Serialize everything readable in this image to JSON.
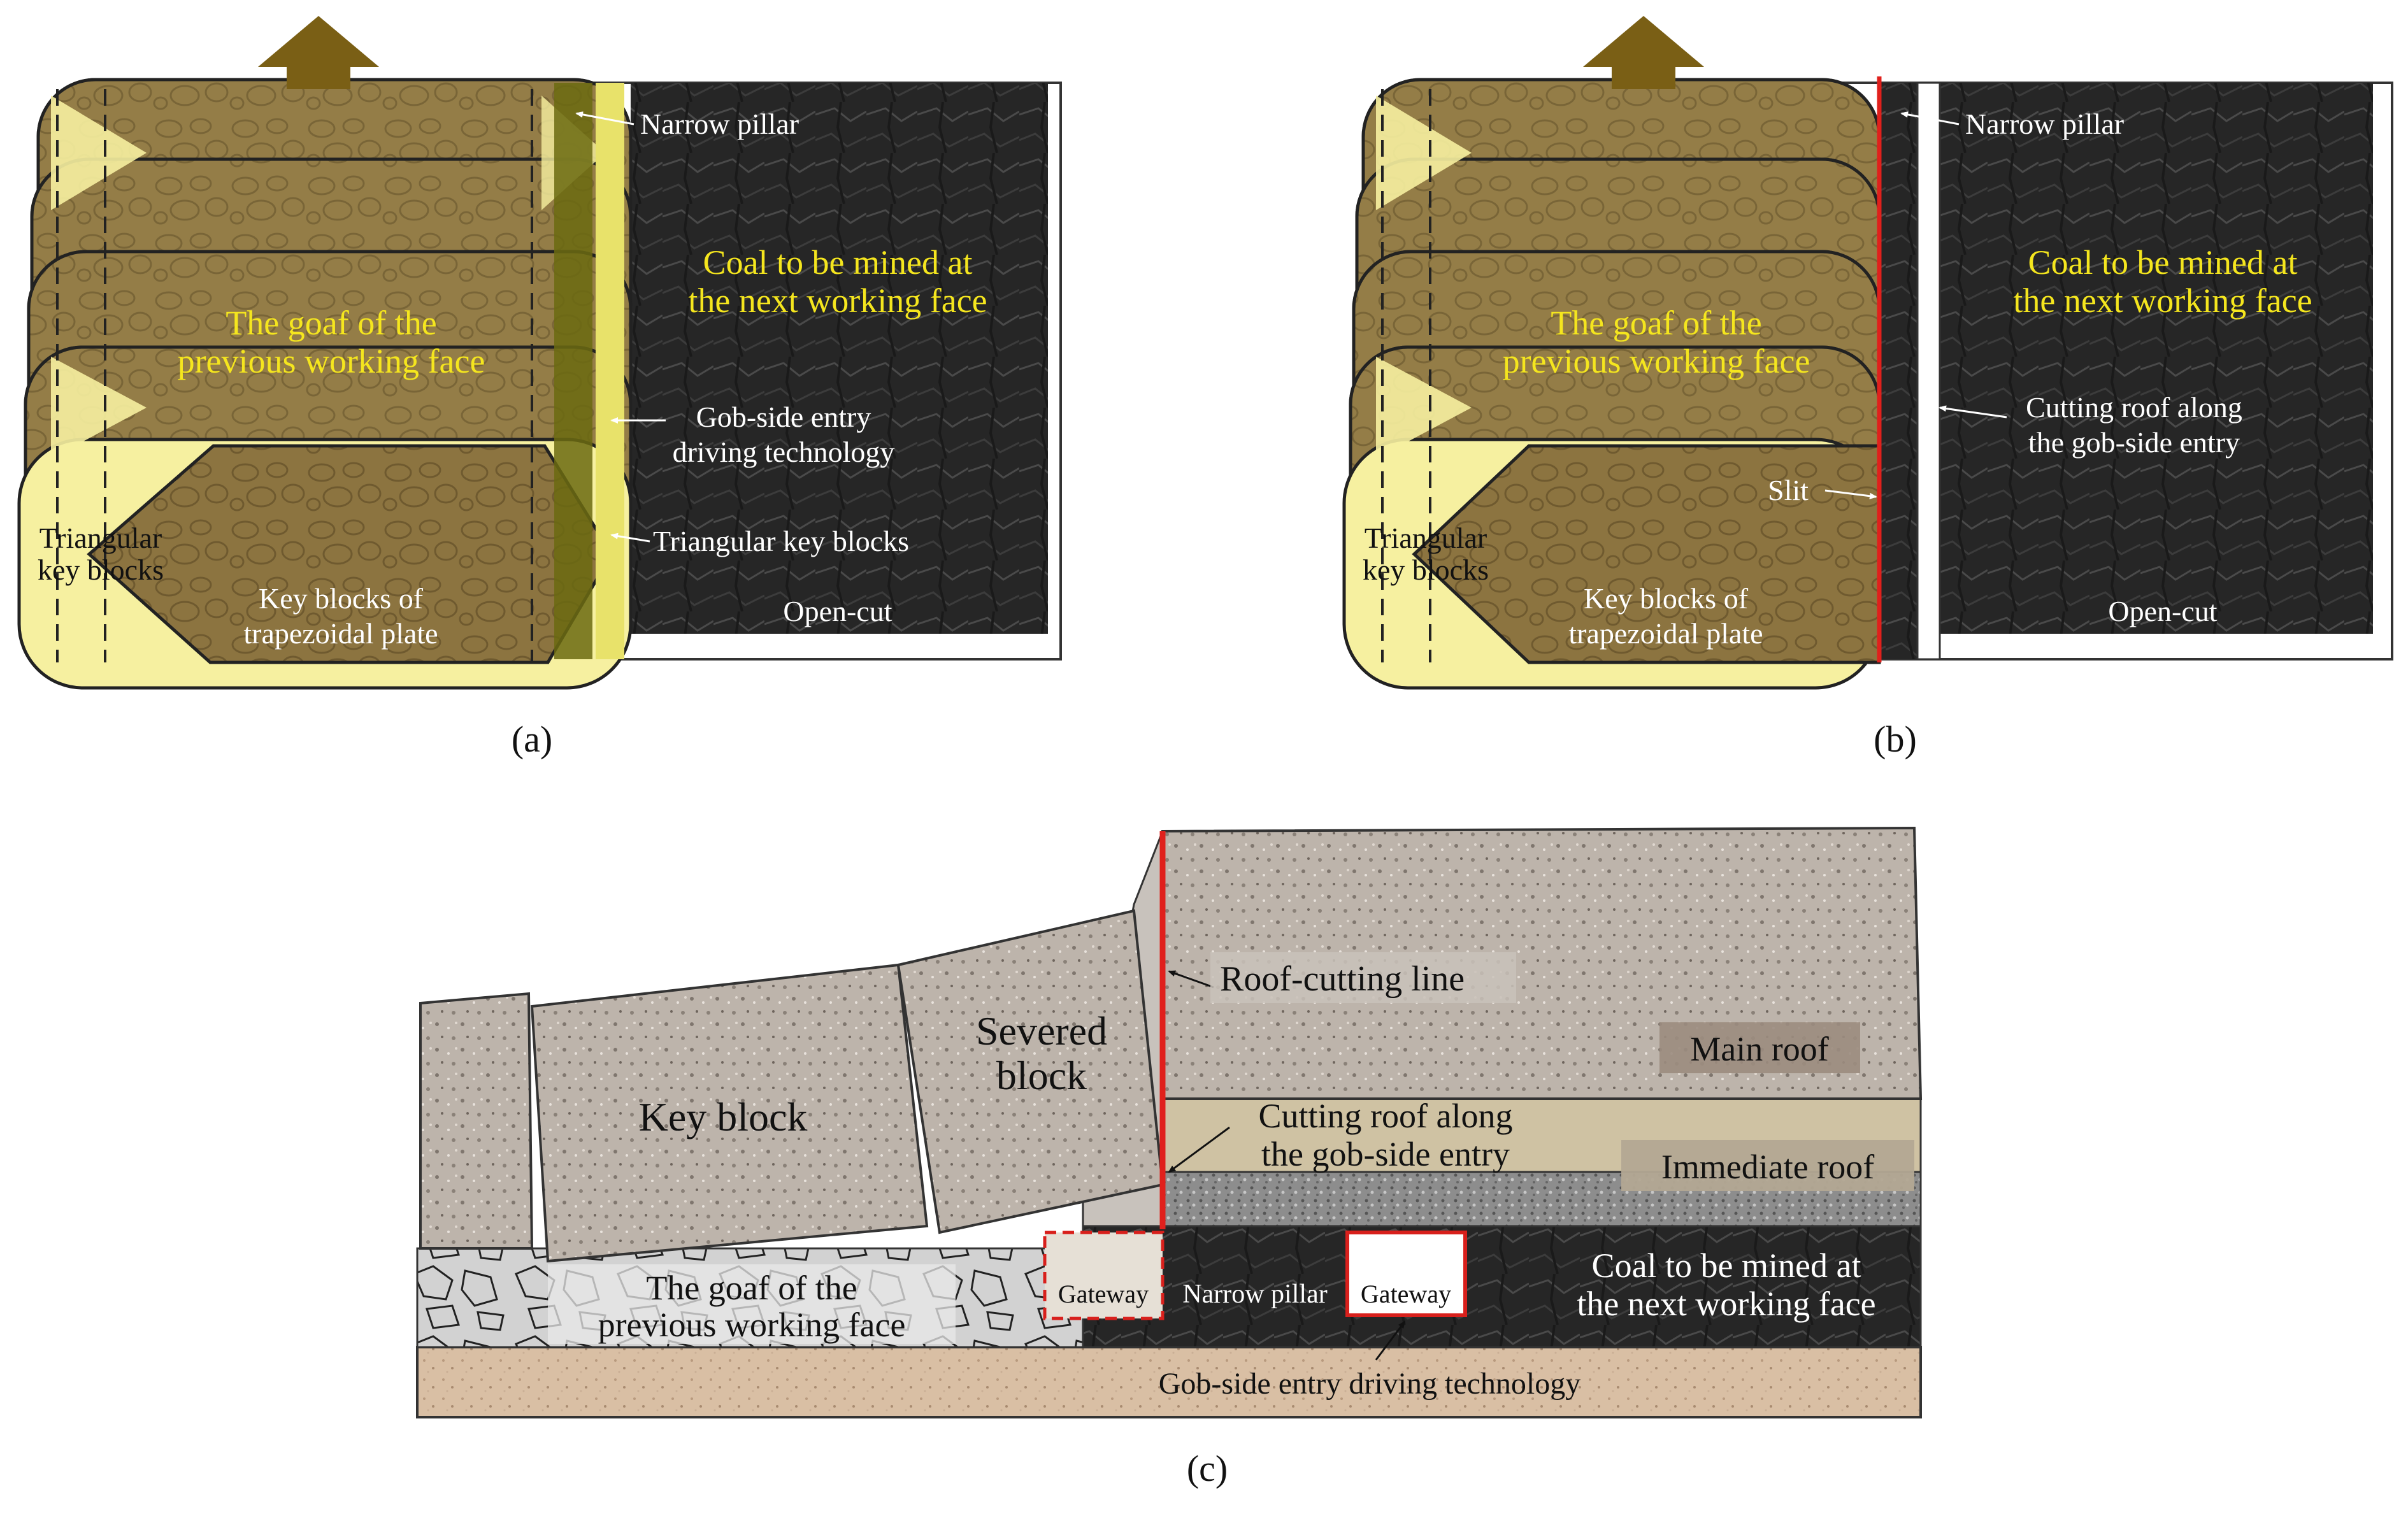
{
  "colors": {
    "goaf": "#8c7440",
    "goaf_dark": "#6b5630",
    "coal": "#2a2a2a",
    "triangle_block": "#f6f0a0",
    "pillar_yellow": "#e8e26a",
    "slit_red": "#e0201c",
    "arrow_brown": "#7a5f15",
    "label_yellow": "#f5e61e",
    "rock": "#b9afa6",
    "immediate_roof": "#cfc2a3",
    "floor": "#d8bea2"
  },
  "icons": [
    "up-arrow-icon",
    "pointer-arrow-icon"
  ],
  "panel_a": {
    "goaf_label_1": "The goaf of the",
    "goaf_label_2": "previous working face",
    "coal_label_1": "Coal to be mined at",
    "coal_label_2": "the next working face",
    "narrow_pillar": "Narrow pillar",
    "gob_entry_1": "Gob-side entry",
    "gob_entry_2": "driving technology",
    "triangular_key_blocks_right": "Triangular key blocks",
    "triangular_left_1": "Triangular",
    "triangular_left_2": "key blocks",
    "key_blocks_1": "Key blocks of",
    "key_blocks_2": "trapezoidal plate",
    "open_cut": "Open-cut",
    "caption": "(a)"
  },
  "panel_b": {
    "goaf_label_1": "The goaf of the",
    "goaf_label_2": "previous working face",
    "coal_label_1": "Coal to be mined at",
    "coal_label_2": "the next working face",
    "narrow_pillar": "Narrow pillar",
    "cutting_roof_1": "Cutting roof along",
    "cutting_roof_2": "the gob-side entry",
    "slit": "Slit",
    "triangular_left_1": "Triangular",
    "triangular_left_2": "key blocks",
    "key_blocks_1": "Key blocks of",
    "key_blocks_2": "trapezoidal plate",
    "open_cut": "Open-cut",
    "caption": "(b)"
  },
  "panel_c": {
    "roof_cutting_line": "Roof-cutting line",
    "severed_block_1": "Severed",
    "severed_block_2": "block",
    "key_block": "Key block",
    "main_roof": "Main roof",
    "cutting_roof_1": "Cutting roof along",
    "cutting_roof_2": "the gob-side entry",
    "immediate_roof": "Immediate roof",
    "goaf_1": "The goaf of the",
    "goaf_2": "previous working face",
    "gateway_left": "Gateway",
    "narrow_pillar": "Narrow pillar",
    "gateway_right": "Gateway",
    "coal_1": "Coal to be mined at",
    "coal_2": "the next working face",
    "floor_label": "Gob-side entry driving technology",
    "caption": "(c)"
  }
}
